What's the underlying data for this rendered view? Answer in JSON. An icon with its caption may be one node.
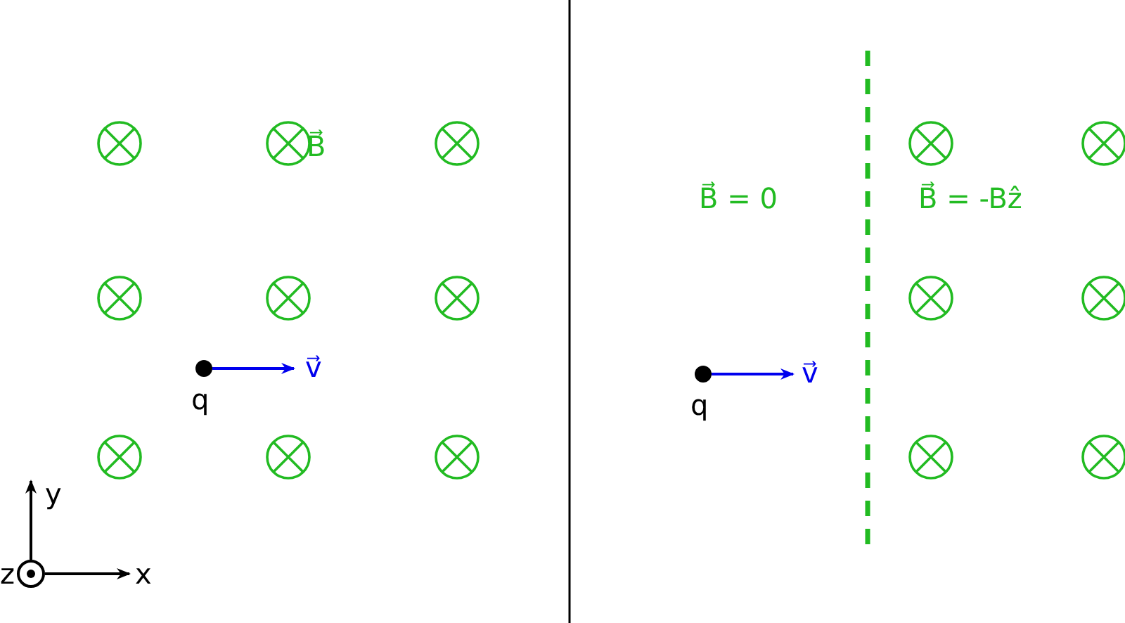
{
  "diagram": {
    "labels": [
      "B⃗",
      "v⃗",
      "q",
      "y",
      "z",
      "x",
      "B⃗ = 0",
      "B⃗ = -Bẑ",
      "v⃗",
      "q"
    ]
  }
}
